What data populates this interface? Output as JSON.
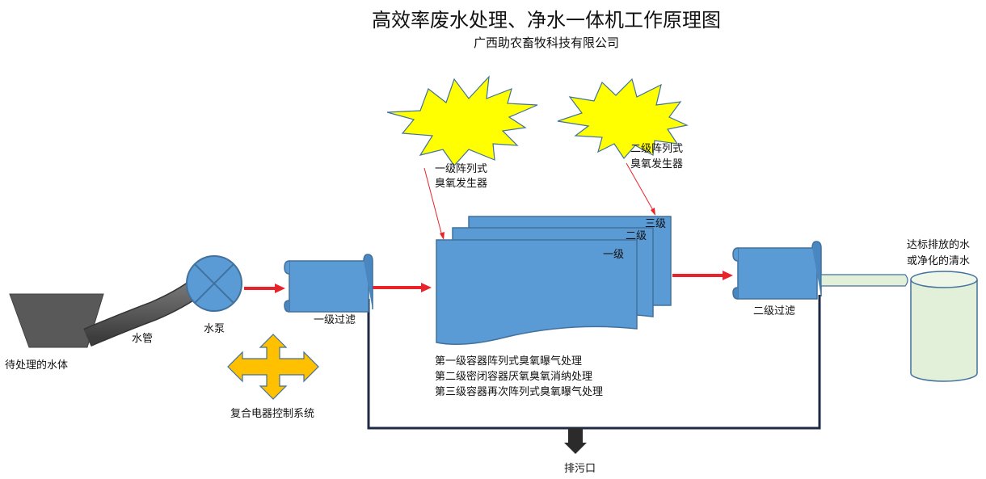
{
  "title": "高效率废水处理、净水一体机工作原理图",
  "company": "广西助农畜牧科技有限公司",
  "labels": {
    "source_water": "待处理的水体",
    "water_pipe": "水管",
    "pump": "水泵",
    "filter_1": "一级过滤",
    "filter_2": "二级过滤",
    "ozone_gen_1_line1": "一级阵列式",
    "ozone_gen_1_line2": "臭氧发生器",
    "ozone_gen_2_line1": "二级阵列式",
    "ozone_gen_2_line2": "臭氧发生器",
    "stage_1": "一级",
    "stage_2": "二级",
    "stage_3": "三级",
    "process_line1": "第一级容器阵列式臭氧曝气处理",
    "process_line2": "第二级密闭容器厌氧臭氧消纳处理",
    "process_line3": "第三级容器再次阵列式臭氧曝气处理",
    "control_system": "复合电器控制系统",
    "drain": "排污口",
    "clean_water_line1": "达标排放的水",
    "clean_water_line2": "或净化的清水"
  },
  "colors": {
    "tank_blue": "#5b9bd5",
    "tank_border": "#41719c",
    "burst_yellow": "#ffff00",
    "arrow_red": "#e8242a",
    "control_orange": "#ffc000",
    "pipe_dark": "#555555",
    "clean_tank": "#e2efd9",
    "drain_line": "#1f2a44"
  },
  "icons": {
    "pump": "pump-cross-circle-icon",
    "control": "four-way-arrow-icon",
    "ozone": "starburst-icon",
    "drain": "down-arrow-icon"
  }
}
